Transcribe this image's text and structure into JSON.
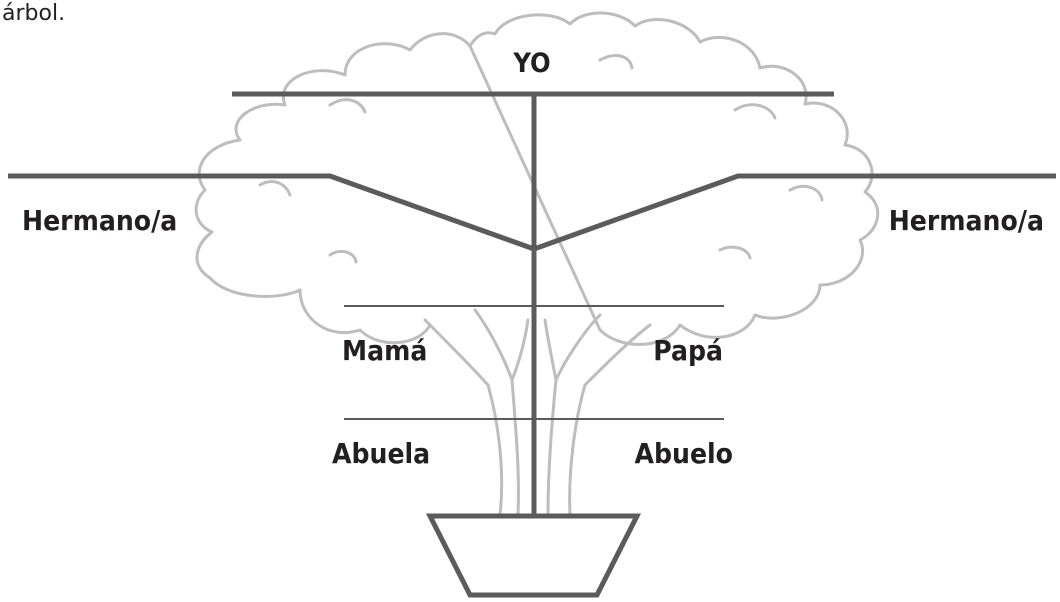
{
  "caption": "árbol.",
  "labels": {
    "self": "YO",
    "sibling_left": "Hermano/a",
    "sibling_right": "Hermano/a",
    "mother": "Mamá",
    "father": "Papá",
    "grandmother": "Abuela",
    "grandfather": "Abuelo"
  },
  "colors": {
    "line": "#5b5b5d",
    "tree_outline": "#bdbdbd",
    "text": "#231f20"
  }
}
